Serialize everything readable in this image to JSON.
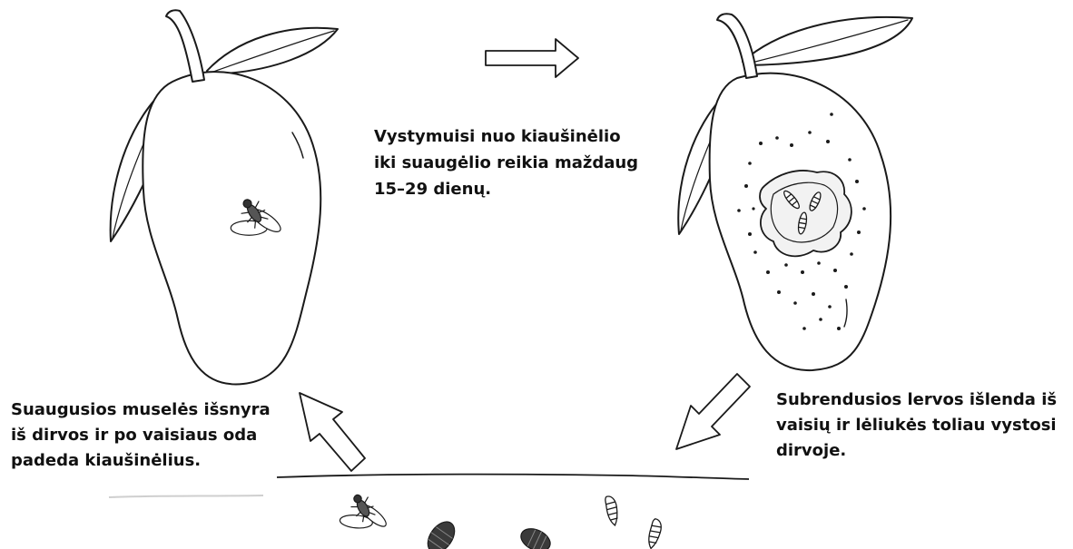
{
  "labels": {
    "center": "Vystymuisi nuo kiaušinėlio\niki suaugėlio reikia maždaug\n15–29 dienų.",
    "left": "Suaugusios muselės išsnyra\niš dirvos ir po vaisiaus oda\npadeda kiaušinėlius.",
    "right": "Subrendusios lervos išlenda iš\nvaisių ir  lėliukės toliau vystosi\ndirvoje."
  },
  "colors": {
    "line": "#1a1a1a",
    "fill": "#ffffff",
    "pupa": "#3a3a3a",
    "wound": "#f2f2f2"
  },
  "icons": [
    "mango-fruit-icon",
    "leaf-icon",
    "fly-icon",
    "larva-icon",
    "pupa-icon",
    "arrow-icon"
  ]
}
